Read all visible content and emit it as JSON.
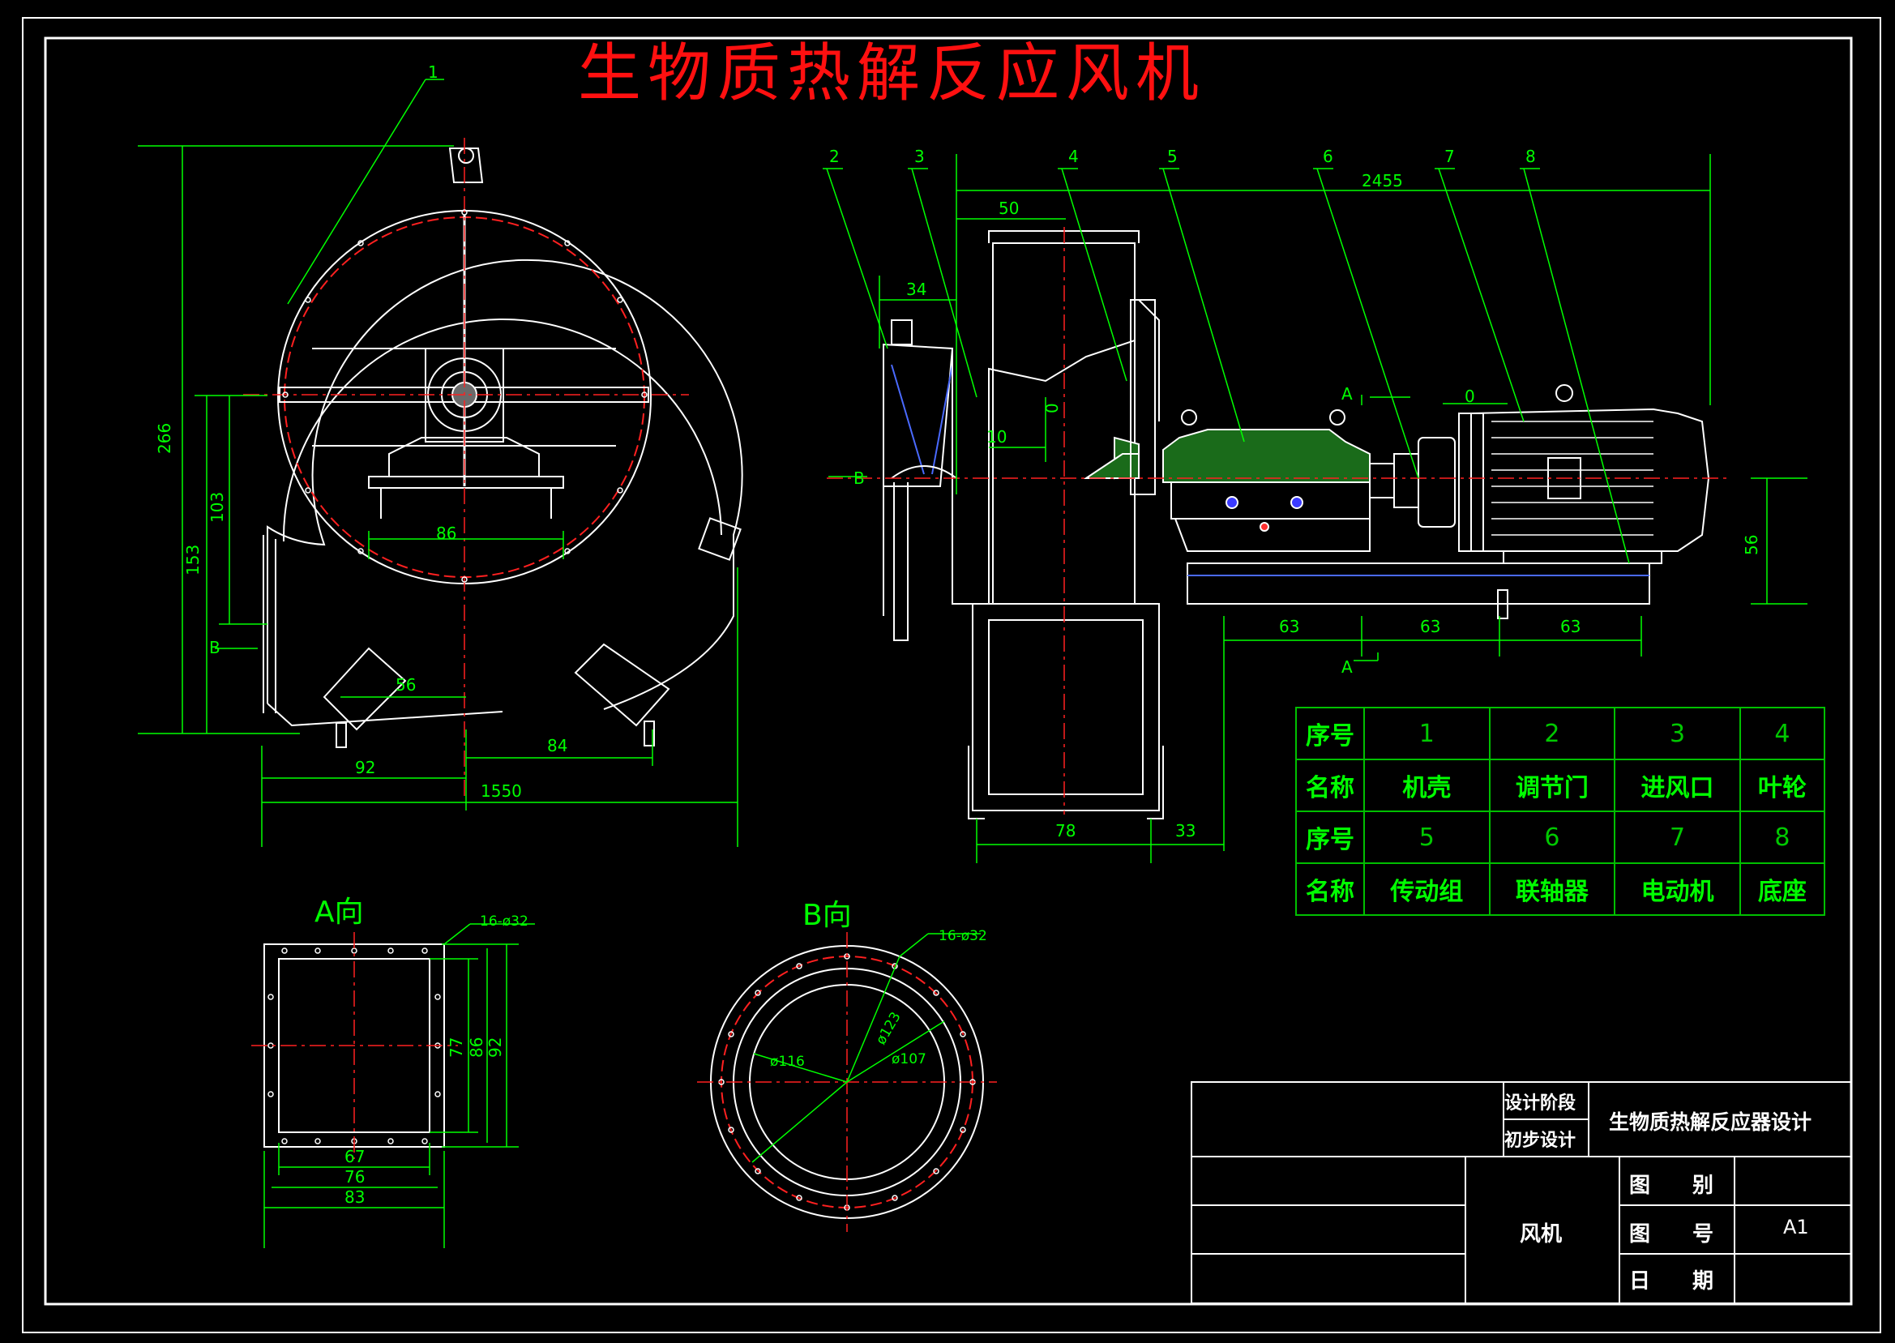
{
  "drawing": {
    "title": "生物质热解反应风机",
    "colors": {
      "frame": "#ffffff",
      "dim": "#00ff00",
      "center": "#ff2020",
      "title": "#ff1010",
      "part": "#ffffff"
    }
  },
  "front_view": {
    "part_no": "1",
    "dims": {
      "d266": "266",
      "d153": "153",
      "d103": "103",
      "d86": "86",
      "d56": "56",
      "d92": "92",
      "d84": "84",
      "d1550": "1550",
      "b_mark": "B"
    }
  },
  "side_view": {
    "part_nos": [
      "2",
      "3",
      "4",
      "5",
      "6",
      "7",
      "8"
    ],
    "dims": {
      "d2455": "2455",
      "d50": "50",
      "d34": "34",
      "d10": "10",
      "d0a": "0",
      "d0b": "0",
      "d63a": "63",
      "d63b": "63",
      "d63c": "63",
      "d56": "56",
      "d78": "78",
      "d33": "33",
      "a_top": "A",
      "a_bot": "A",
      "b_mark": "B"
    }
  },
  "view_a": {
    "label": "A向",
    "holes": "16-ø32",
    "dims": {
      "d77": "77",
      "d86": "86",
      "d92": "92",
      "d67": "67",
      "d76": "76",
      "d83": "83"
    }
  },
  "view_b": {
    "label": "B向",
    "holes": "16-ø32",
    "dims": {
      "d123": "ø123",
      "d116": "ø116",
      "d107": "ø107"
    }
  },
  "bom": {
    "row_label_no": "序号",
    "row_label_name": "名称",
    "items": [
      {
        "no": "1",
        "name": "机壳"
      },
      {
        "no": "2",
        "name": "调节门"
      },
      {
        "no": "3",
        "name": "进风口"
      },
      {
        "no": "4",
        "name": "叶轮"
      },
      {
        "no": "5",
        "name": "传动组"
      },
      {
        "no": "6",
        "name": "联轴器"
      },
      {
        "no": "7",
        "name": "电动机"
      },
      {
        "no": "8",
        "name": "底座"
      }
    ]
  },
  "title_block": {
    "stage_label": "设计阶段",
    "stage_value": "初步设计",
    "project": "生物质热解反应器设计",
    "drawing_name": "风机",
    "category_label": "图　　别",
    "number_label": "图　　号",
    "number_value": "A1",
    "date_label": "日　　期"
  }
}
